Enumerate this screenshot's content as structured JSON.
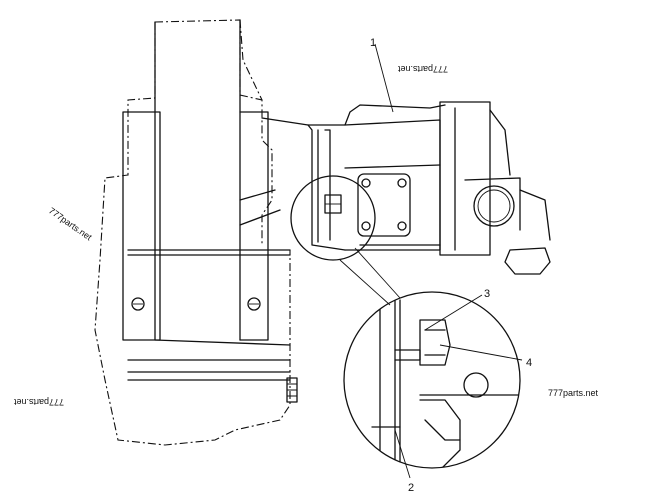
{
  "callouts": {
    "c1": "1",
    "c2": "2",
    "c3": "3",
    "c4": "4"
  },
  "watermarks": {
    "w_top_mirrored": "777parts.net",
    "w_left_rotated": "777parts.net",
    "w_left_bottom_mirrored": "777parts.net",
    "w_right": "777parts.net"
  },
  "colors": {
    "ink": "#111111",
    "paper": "#ffffff"
  }
}
